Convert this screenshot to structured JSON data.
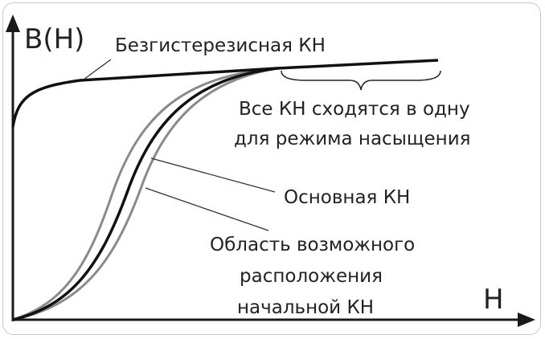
{
  "axes": {
    "y_label": "B(H)",
    "x_label": "H"
  },
  "labels": {
    "anhysteretic": "Безгистерезисная КН",
    "converge_line1": "Все КН сходятся в одну",
    "converge_line2": "для режима насыщения",
    "main_curve": "Основная КН",
    "region_line1": "Область возможного",
    "region_line2": "расположения",
    "region_line3": "начальной КН"
  },
  "colors": {
    "axis": "#1a1a1a",
    "main_curve": "#111111",
    "anhysteretic_curve": "#111111",
    "bound_curves": "#8a8a8a",
    "pointer_lines": "#333333",
    "frame": "#c9c9c9"
  },
  "icons": {
    "y_axis_arrow": "arrow-up-icon",
    "x_axis_arrow": "arrow-right-icon",
    "saturation_brace": "curly-brace-icon"
  }
}
